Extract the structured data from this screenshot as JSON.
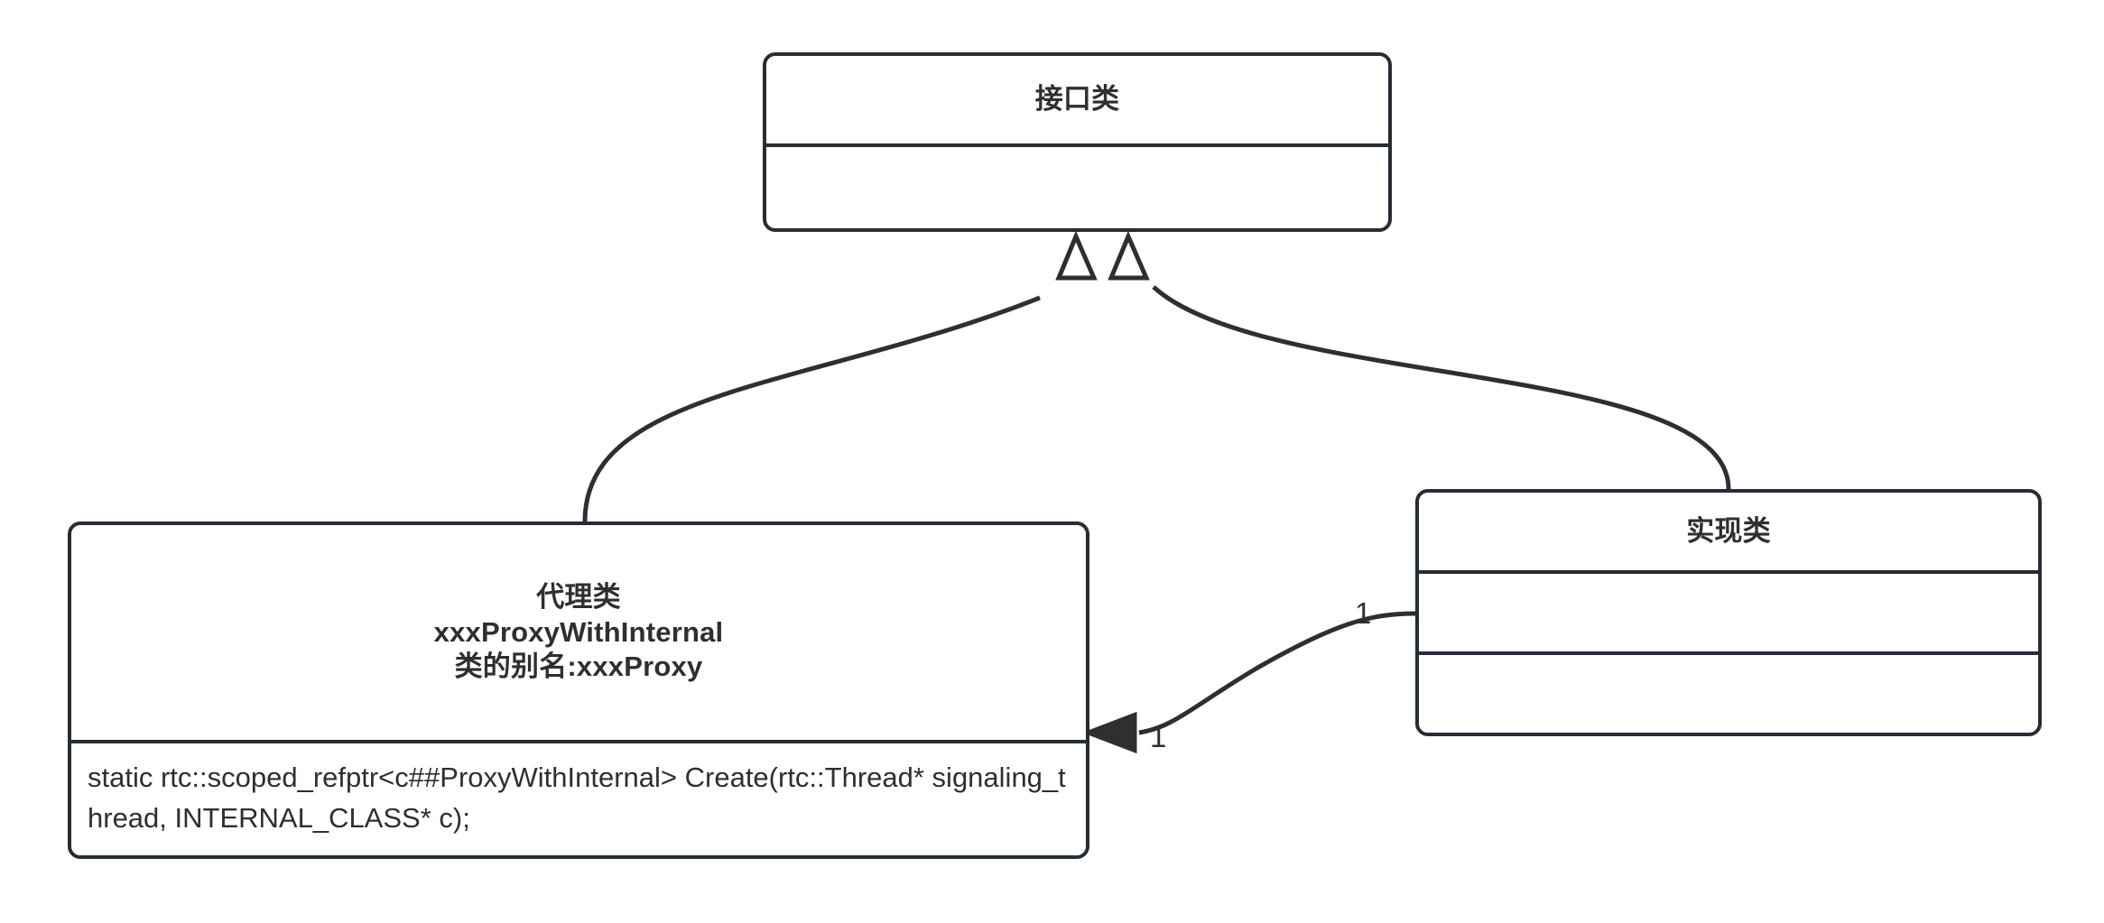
{
  "diagram": {
    "type": "uml-class-diagram",
    "background_color": "#ffffff",
    "stroke_color": "#262d35",
    "text_color": "#2f2f2f",
    "classes": [
      {
        "id": "interface",
        "title": "接口类",
        "compartments": [
          "接口类",
          "",
          ""
        ],
        "attributes": "",
        "methods": ""
      },
      {
        "id": "proxy",
        "title": "代理类\nxxxProxyWithInternal\n类的别名:xxxProxy",
        "title_line_1": "代理类",
        "title_line_2": "xxxProxyWithInternal",
        "title_line_3": "类的别名:xxxProxy",
        "methods": "static rtc::scoped_refptr<c##ProxyWithInternal> Create(rtc::Thread* signaling_thread, INTERNAL_CLASS* c);"
      },
      {
        "id": "impl",
        "title": "实现类",
        "attributes": "",
        "methods": ""
      }
    ],
    "edges": [
      {
        "id": "proxy-implements-interface",
        "kind": "generalization",
        "from": "proxy",
        "to": "interface",
        "arrowhead": "hollow-triangle"
      },
      {
        "id": "impl-implements-interface",
        "kind": "generalization",
        "from": "impl",
        "to": "interface",
        "arrowhead": "hollow-triangle"
      },
      {
        "id": "impl-association-proxy",
        "kind": "association",
        "from": "impl",
        "to": "proxy",
        "arrowhead": "filled-arrow",
        "source_multiplicity": "1",
        "target_multiplicity": "1"
      }
    ]
  }
}
